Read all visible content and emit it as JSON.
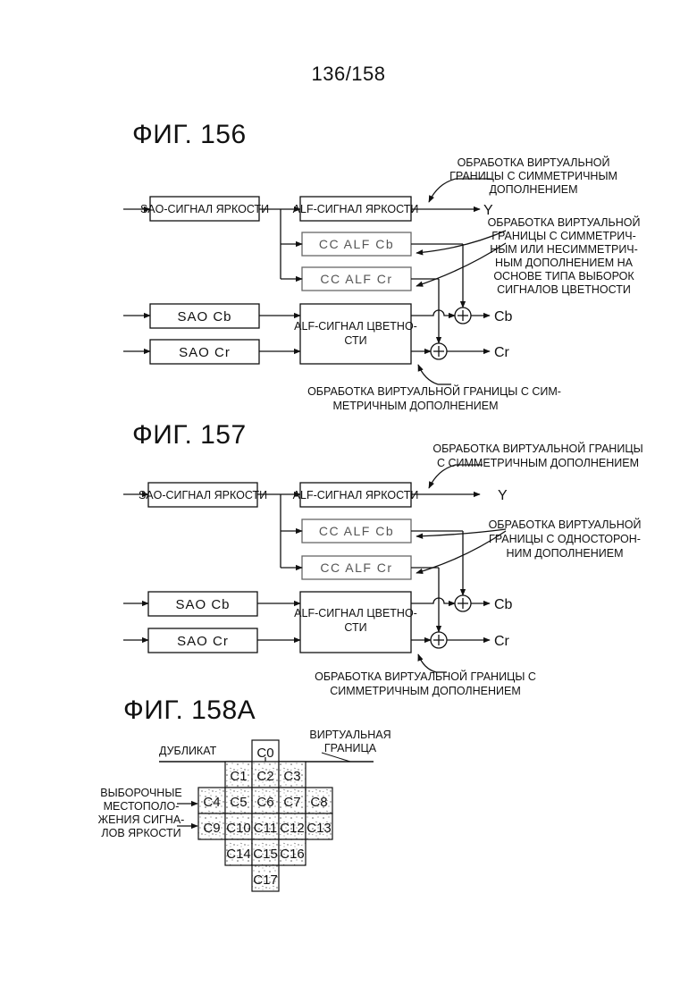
{
  "page": {
    "number": "136/158"
  },
  "fig156": {
    "title": "ФИГ. 156",
    "blocks": {
      "sao_luma": "SAO-СИГНАЛ ЯРКОСТИ",
      "alf_luma": "ALF-СИГНАЛ ЯРКОСТИ",
      "cc_alf_cb": "CC ALF Cb",
      "cc_alf_cr": "CC ALF Cr",
      "sao_cb": "SAO Cb",
      "sao_cr": "SAO Cr",
      "alf_chroma_l1": "ALF-СИГНАЛ ЦВЕТНО-",
      "alf_chroma_l2": "СТИ"
    },
    "outputs": {
      "y": "Y",
      "cb": "Cb",
      "cr": "Cr"
    },
    "notes": {
      "top": [
        "ОБРАБОТКА ВИРТУАЛЬНОЙ",
        "ГРАНИЦЫ С СИММЕТРИЧНЫМ",
        "ДОПОЛНЕНИЕМ"
      ],
      "right": [
        "ОБРАБОТКА ВИРТУАЛЬНОЙ",
        "ГРАНИЦЫ С СИММЕТРИЧ-",
        "НЫМ ИЛИ НЕСИММЕТРИЧ-",
        "НЫМ ДОПОЛНЕНИЕМ НА",
        "ОСНОВЕ ТИПА ВЫБОРОК",
        "СИГНАЛОВ ЦВЕТНОСТИ"
      ],
      "bottom": [
        "ОБРАБОТКА ВИРТУАЛЬНОЙ ГРАНИЦЫ С СИМ-",
        "МЕТРИЧНЫМ ДОПОЛНЕНИЕМ"
      ]
    }
  },
  "fig157": {
    "title": "ФИГ. 157",
    "blocks": {
      "sao_luma": "SAO-СИГНАЛ ЯРКОСТИ",
      "alf_luma": "ALF-СИГНАЛ ЯРКОСТИ",
      "cc_alf_cb": "CC ALF Cb",
      "cc_alf_cr": "CC ALF Cr",
      "sao_cb": "SAO Cb",
      "sao_cr": "SAO Cr",
      "alf_chroma_l1": "ALF-СИГНАЛ ЦВЕТНО-",
      "alf_chroma_l2": "СТИ"
    },
    "outputs": {
      "y": "Y",
      "cb": "Cb",
      "cr": "Cr"
    },
    "notes": {
      "top": [
        "ОБРАБОТКА ВИРТУАЛЬНОЙ ГРАНИЦЫ",
        "С СИММЕТРИЧНЫМ ДОПОЛНЕНИЕМ"
      ],
      "right": [
        "ОБРАБОТКА ВИРТУАЛЬНОЙ",
        "ГРАНИЦЫ С ОДНОСТОРОН-",
        "НИМ ДОПОЛНЕНИЕМ"
      ],
      "bottom": [
        "ОБРАБОТКА ВИРТУАЛЬНОЙ ГРАНИЦЫ С",
        "СИММЕТРИЧНЫМ ДОПОЛНЕНИЕМ"
      ]
    }
  },
  "fig158a": {
    "title": "ФИГ. 158A",
    "duplicate_label": "ДУБЛИКАТ",
    "virtual_boundary": [
      "ВИРТУАЛЬНАЯ",
      "ГРАНИЦА"
    ],
    "luma_positions_label": [
      "ВЫБОРОЧНЫЕ",
      "МЕСТОПОЛО-",
      "ЖЕНИЯ СИГНА-",
      "ЛОВ ЯРКОСТИ"
    ],
    "cells": [
      "C0",
      "C1",
      "C2",
      "C3",
      "C4",
      "C5",
      "C6",
      "C7",
      "C8",
      "C9",
      "C10",
      "C11",
      "C12",
      "C13",
      "C14",
      "C15",
      "C16",
      "C17"
    ]
  }
}
